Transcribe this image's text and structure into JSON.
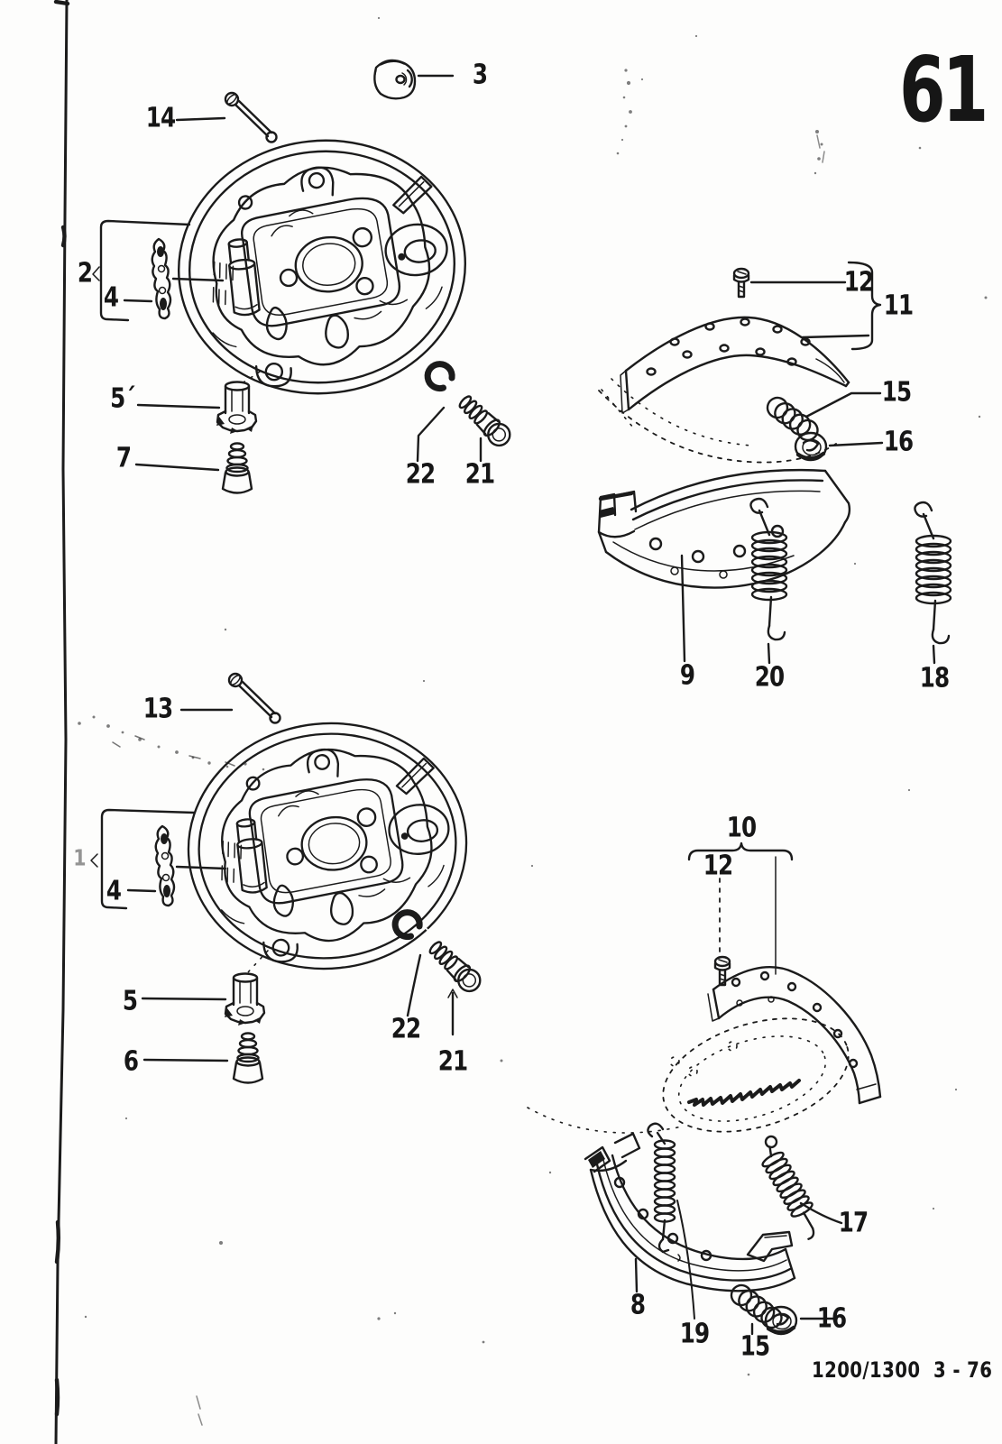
{
  "page": {
    "number": "61",
    "footer": "1200/1300  3 - 76"
  },
  "callouts": {
    "n3": "3",
    "n14": "14",
    "n2": "2",
    "n4a": "4",
    "n5a": "5´",
    "n7": "7",
    "n22a": "22",
    "n21a": "21",
    "n12a": "12",
    "n11": "11",
    "n15a": "15",
    "n16a": "16",
    "n9": "9",
    "n20": "20",
    "n18": "18",
    "n13": "13",
    "n1": "1",
    "n4b": "4",
    "n5b": "5",
    "n6": "6",
    "n22b": "22",
    "n21b": "21",
    "n10": "10",
    "n12b": "12",
    "n17": "17",
    "n8": "8",
    "n19": "19",
    "n15b": "15",
    "n16b": "16"
  }
}
